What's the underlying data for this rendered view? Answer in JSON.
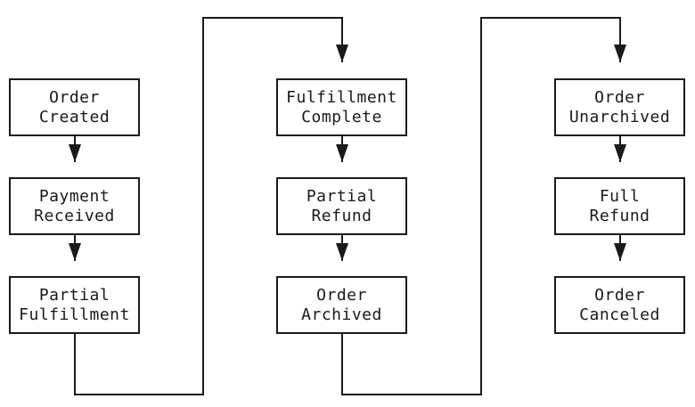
{
  "diagram": {
    "type": "flowchart",
    "colors": {
      "line": "#1a1a1a",
      "background": "#ffffff"
    },
    "nodes": [
      {
        "id": "order-created",
        "label": "Order\nCreated"
      },
      {
        "id": "payment-received",
        "label": "Payment\nReceived"
      },
      {
        "id": "partial-fulfillment",
        "label": "Partial\nFulfillment"
      },
      {
        "id": "fulfillment-complete",
        "label": "Fulfillment\nComplete"
      },
      {
        "id": "partial-refund",
        "label": "Partial\nRefund"
      },
      {
        "id": "order-archived",
        "label": "Order\nArchived"
      },
      {
        "id": "order-unarchived",
        "label": "Order\nUnarchived"
      },
      {
        "id": "full-refund",
        "label": "Full\nRefund"
      },
      {
        "id": "order-canceled",
        "label": "Order\nCanceled"
      }
    ],
    "edges": [
      {
        "from": "order-created",
        "to": "payment-received"
      },
      {
        "from": "payment-received",
        "to": "partial-fulfillment"
      },
      {
        "from": "partial-fulfillment",
        "to": "fulfillment-complete"
      },
      {
        "from": "fulfillment-complete",
        "to": "partial-refund"
      },
      {
        "from": "partial-refund",
        "to": "order-archived"
      },
      {
        "from": "order-archived",
        "to": "order-unarchived"
      },
      {
        "from": "order-unarchived",
        "to": "full-refund"
      },
      {
        "from": "full-refund",
        "to": "order-canceled"
      }
    ]
  }
}
